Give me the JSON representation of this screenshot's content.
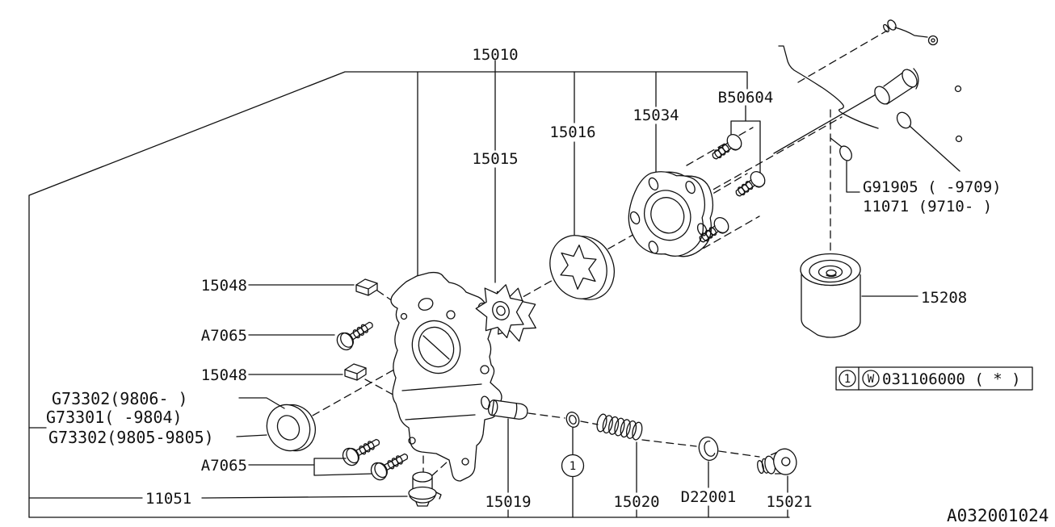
{
  "diagram": {
    "doc_number": "A032001024",
    "legend": {
      "item": "1",
      "marker": "W",
      "part_number": "031106000 ( * )"
    },
    "callout_1": "1",
    "parts": {
      "p15010": "15010",
      "p15015": "15015",
      "p15016": "15016",
      "p15034": "15034",
      "pB50604": "B50604",
      "pG91905": "G91905 (      -9709)",
      "p11071": "11071  (9710-      )",
      "p15208": "15208",
      "p15048_upper": "15048",
      "pA7065_upper": "A7065",
      "p15048_lower": "15048",
      "pG73302a": "G73302(9806-      )",
      "pG73301": "G73301(      -9804)",
      "pG73302b": "G73302(9805-9805)",
      "pA7065_lower": "A7065",
      "p11051": "11051",
      "p15019": "15019",
      "p15020": "15020",
      "pD22001": "D22001",
      "p15021": "15021"
    }
  }
}
